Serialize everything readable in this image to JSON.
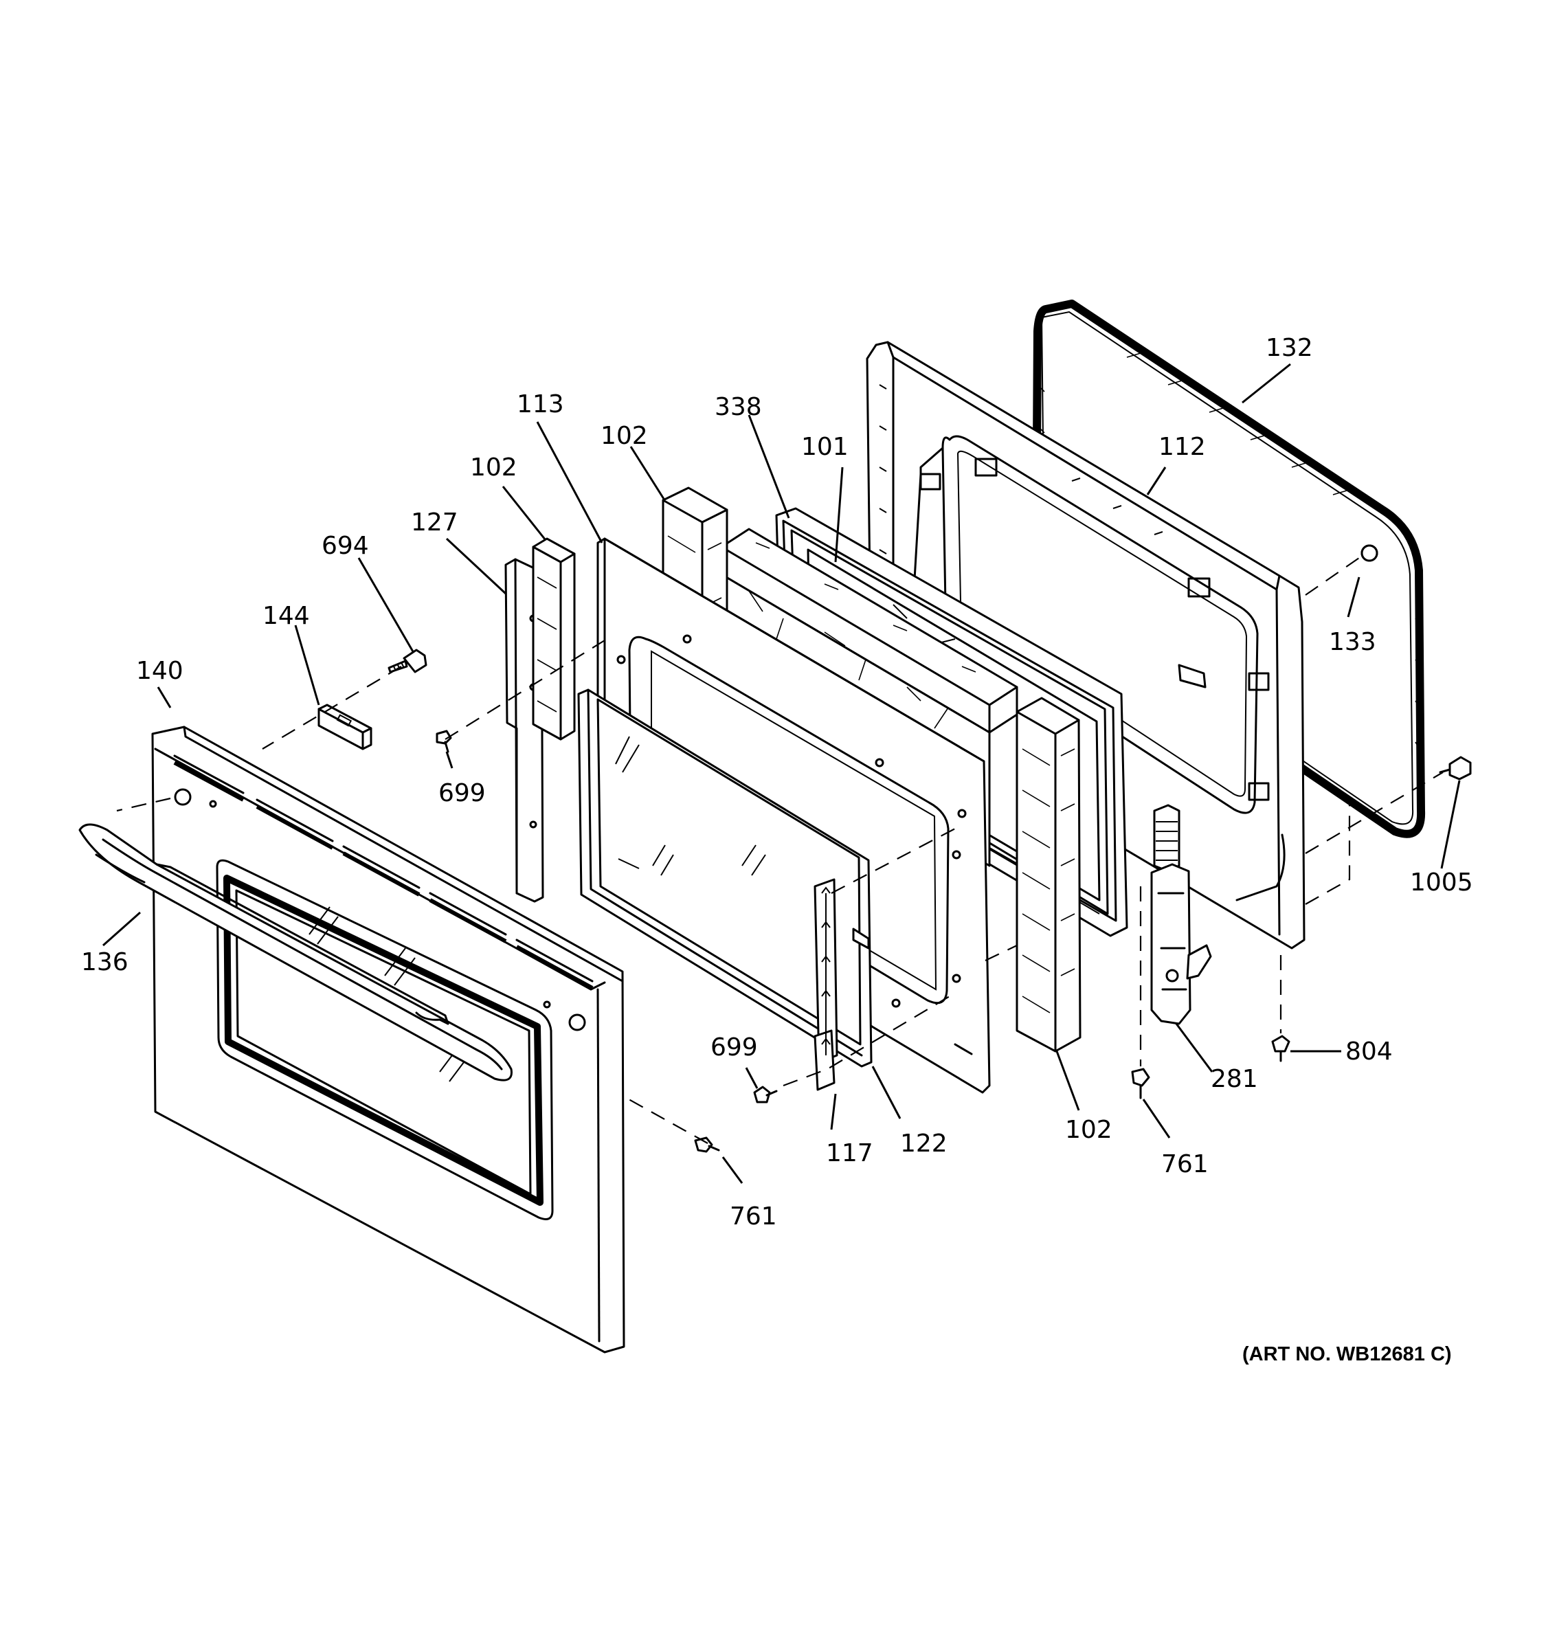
{
  "callouts": {
    "c101": "101",
    "c102a": "102",
    "c102b": "102",
    "c102c": "102",
    "c112": "112",
    "c113": "113",
    "c117": "117",
    "c122": "122",
    "c127": "127",
    "c132": "132",
    "c133": "133",
    "c136": "136",
    "c140": "140",
    "c144": "144",
    "c281": "281",
    "c338": "338",
    "c694": "694",
    "c699a": "699",
    "c699b": "699",
    "c761a": "761",
    "c761b": "761",
    "c804": "804",
    "c1005": "1005"
  },
  "art_number": "(ART NO. WB12681 C)"
}
